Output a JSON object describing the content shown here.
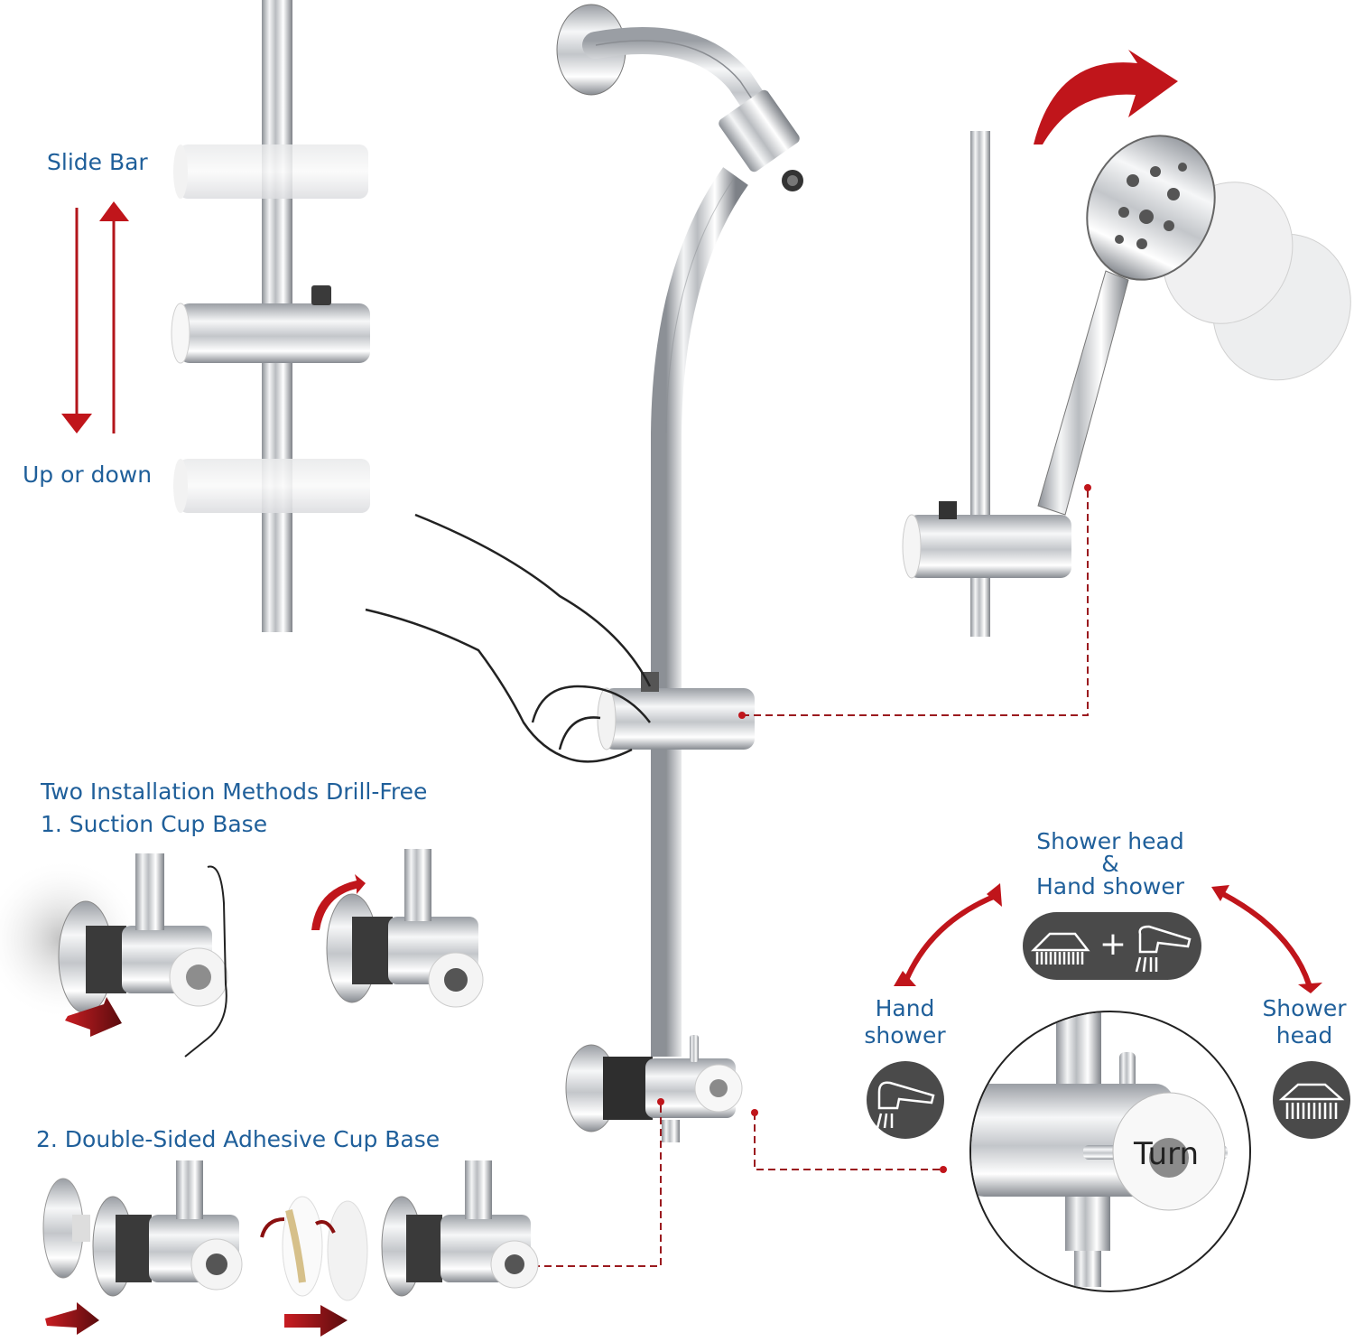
{
  "slide_bar": {
    "title": "Slide Bar",
    "caption": "Up or down"
  },
  "installation": {
    "heading": "Two Installation Methods Drill-Free",
    "method1": "1. Suction Cup Base",
    "method2": "2. Double-Sided Adhesive Cup Base"
  },
  "diverter": {
    "top_label_line1": "Shower head",
    "top_label_line2": "&",
    "top_label_line3": "Hand shower",
    "left_label_line1": "Hand",
    "left_label_line2": "shower",
    "right_label_line1": "Shower",
    "right_label_line2": "head",
    "knob_text": "Turn",
    "plus_symbol": "+"
  },
  "icons": {
    "combo": "showerhead-plus-handshower-icon",
    "hand": "hand-shower-icon",
    "head": "shower-head-icon"
  },
  "colors": {
    "label_blue": "#1f5f9a",
    "arrow_red": "#c0151b",
    "icon_dark": "#4a4a4a",
    "chrome": "#c9ccd0"
  }
}
